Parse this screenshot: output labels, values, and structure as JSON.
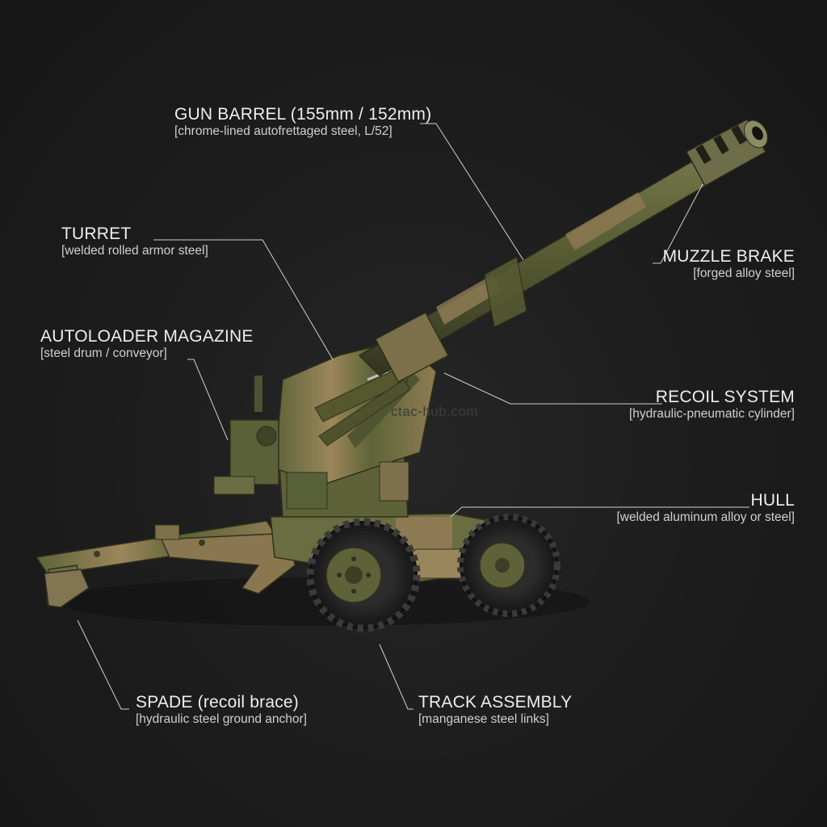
{
  "callouts": {
    "gun_barrel": {
      "title": "GUN BARREL (155mm / 152mm)",
      "sub": "[chrome-lined autofrettaged steel, L/52]"
    },
    "turret": {
      "title": "TURRET",
      "sub": "[welded rolled armor steel]"
    },
    "autoloader": {
      "title": "AUTOLOADER MAGAZINE",
      "sub": "[steel drum / conveyor]"
    },
    "muzzle_brake": {
      "title": "MUZZLE BRAKE",
      "sub": "[forged alloy steel]"
    },
    "recoil_system": {
      "title": "RECOIL SYSTEM",
      "sub": "[hydraulic-pneumatic cylinder]"
    },
    "hull": {
      "title": "HULL",
      "sub": "[welded aluminum alloy or steel]"
    },
    "spade": {
      "title": "SPADE (recoil brace)",
      "sub": "[hydraulic steel ground anchor]"
    },
    "track_assembly": {
      "title": "TRACK ASSEMBLY",
      "sub": "[manganese steel links]"
    }
  },
  "watermark": "ctac-hub.com",
  "colors": {
    "background": "#1c1c1c",
    "olive": "#5c6339",
    "tan": "#a08a5e",
    "dark_olive": "#3e4228",
    "tire": "#262626",
    "leader_line": "#d0d0d0"
  }
}
